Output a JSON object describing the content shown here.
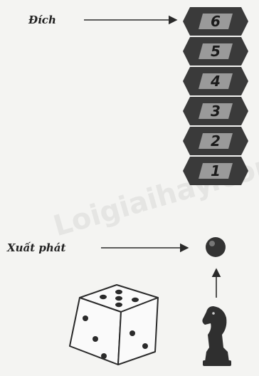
{
  "labels": {
    "finish": "Đích",
    "start": "Xuất phát"
  },
  "watermark": "Loigiaihay.com",
  "steps": [
    "6",
    "5",
    "4",
    "3",
    "2",
    "1"
  ],
  "colors": {
    "ink": "#2a2a2a",
    "step_fill": "#3a3a3a",
    "step_highlight": "#9a9a9a",
    "background": "#f4f4f2"
  },
  "icons": {
    "start_token": "circle-token-icon",
    "piece": "knight-piece-icon",
    "die": "dice-icon",
    "die_top_face_pips": 5
  }
}
